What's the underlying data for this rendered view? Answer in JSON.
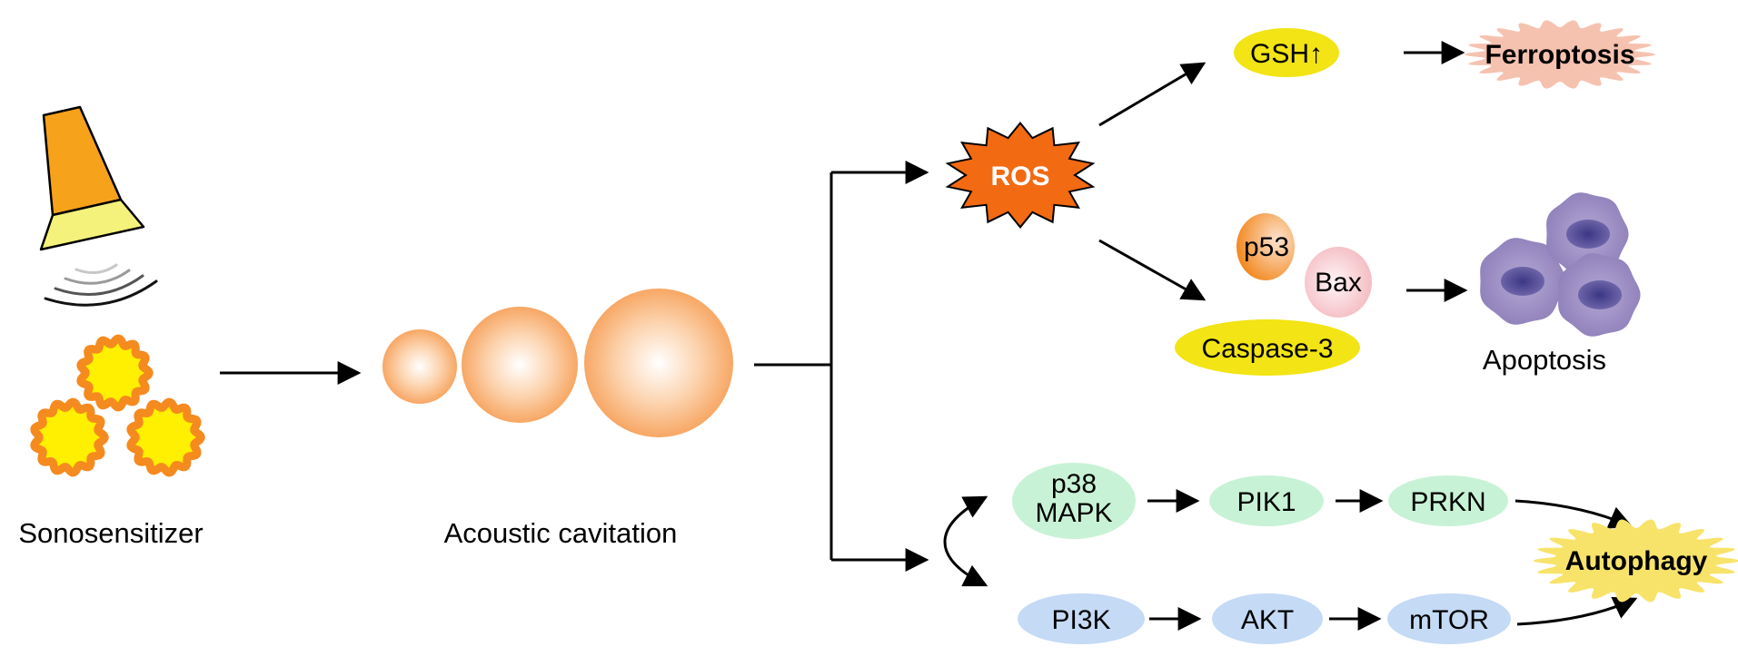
{
  "labels": {
    "sonosensitizer": "Sonosensitizer",
    "acoustic_cavitation": "Acoustic cavitation",
    "apoptosis": "Apoptosis"
  },
  "nodes": {
    "ros": "ROS",
    "gsh": "GSH↑",
    "ferroptosis": "Ferroptosis",
    "p53": "p53",
    "bax": "Bax",
    "caspase3": "Caspase-3",
    "p38_line1": "p38",
    "p38_line2": "MAPK",
    "pik1": "PIK1",
    "prkn": "PRKN",
    "pi3k": "PI3K",
    "akt": "AKT",
    "mtor": "mTOR",
    "autophagy": "Autophagy"
  },
  "colors": {
    "probe_body": "#f7a21b",
    "probe_tip": "#f4f27a",
    "particle_fill": "#ffef00",
    "particle_edge": "#f58a1f",
    "bubble": "#f7b079",
    "ros": "#f26a12",
    "yellow_node": "#f2e415",
    "ferroptosis": "#f6c2b0",
    "p53": "#f49a3c",
    "bax": "#f7c9ce",
    "green_node": "#c8f2d6",
    "blue_node": "#c4daf5",
    "autophagy": "#f8e36a",
    "cell": "#9e8ec2",
    "cell_nucleus": "#4e4894"
  },
  "icons": [
    "ultrasound-probe-icon",
    "sound-wave-icon",
    "sonosensitizer-particle-icon",
    "cavitation-bubble-icon",
    "apoptotic-cell-icon"
  ]
}
